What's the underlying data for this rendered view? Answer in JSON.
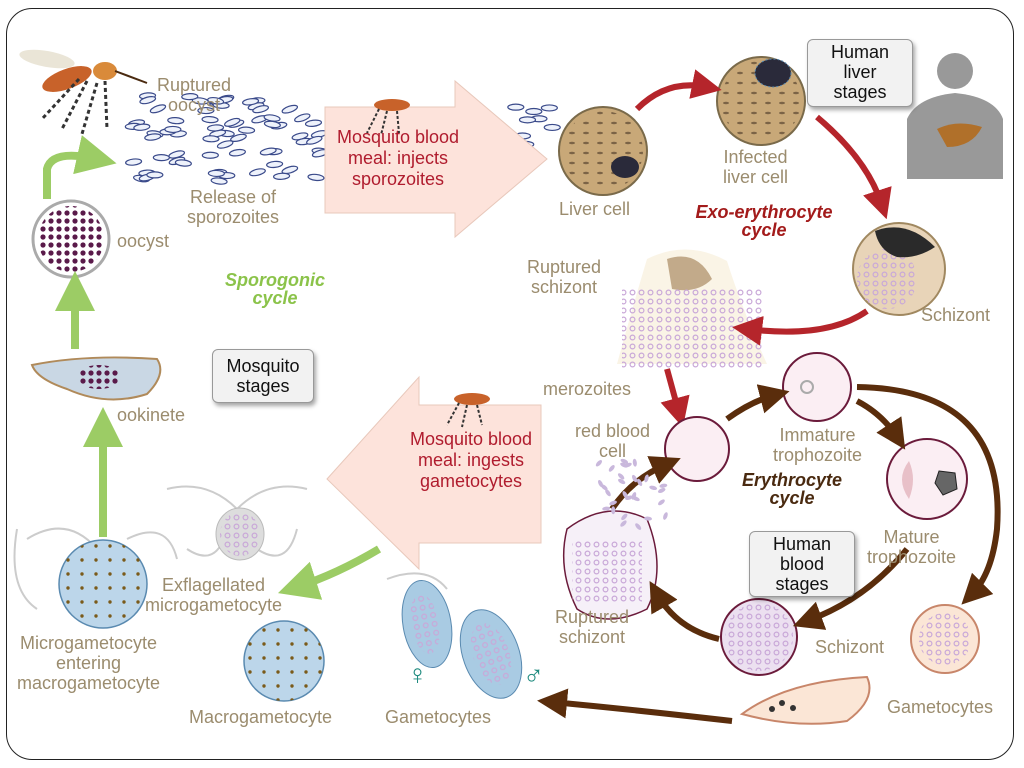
{
  "labels": {
    "ruptured_oocyst": "Ruptured\noocyst",
    "release_sporozoites": "Release of\nsporozoites",
    "oocyst": "oocyst",
    "ookinete": "ookinete",
    "micro_entering": "Microgametocyte\nentering\nmacrogametocyte",
    "exflagellated": "Exflagellated\nmicrogametocyte",
    "macrogametocyte": "Macrogametocyte",
    "gametocytes_left": "Gametocytes",
    "liver_cell": "Liver cell",
    "infected_liver_cell": "Infected\nliver cell",
    "schizont_liver": "Schizont",
    "ruptured_schizont_top": "Ruptured\nschizont",
    "merozoites": "merozoites",
    "red_blood_cell": "red blood\ncell",
    "immature_trophozoite": "Immature\ntrophozoite",
    "mature_trophozoite": "Mature\ntrophozoite",
    "schizont_blood": "Schizont",
    "ruptured_schizont_bottom": "Ruptured\nschizont",
    "gametocytes_right": "Gametocytes"
  },
  "boxes": {
    "human_liver": "Human\nliver\nstages",
    "mosquito_stages": "Mosquito\nstages",
    "human_blood": "Human\nblood\nstages"
  },
  "arrows": {
    "injects": "Mosquito blood\nmeal:  injects\nsporozoites",
    "ingests": "Mosquito blood\nmeal:  ingests\ngametocytes"
  },
  "cycles": {
    "sporogonic": "Sporogonic\ncycle",
    "exo": "Exo-erythrocyte\ncycle",
    "erythrocyte": "Erythrocyte\ncycle"
  },
  "symbols": {
    "female": "♀",
    "male": "♂"
  },
  "colors": {
    "green_arrow": "#9ccc65",
    "red_arrow": "#b5252b",
    "brown_arrow": "#5a2d0c",
    "cycle_green": "#8bc34a",
    "cycle_red": "#a31b1b",
    "cycle_brown": "#4a2a10",
    "text_tan": "#9b8c6e",
    "text_red": "#b01c2e"
  }
}
